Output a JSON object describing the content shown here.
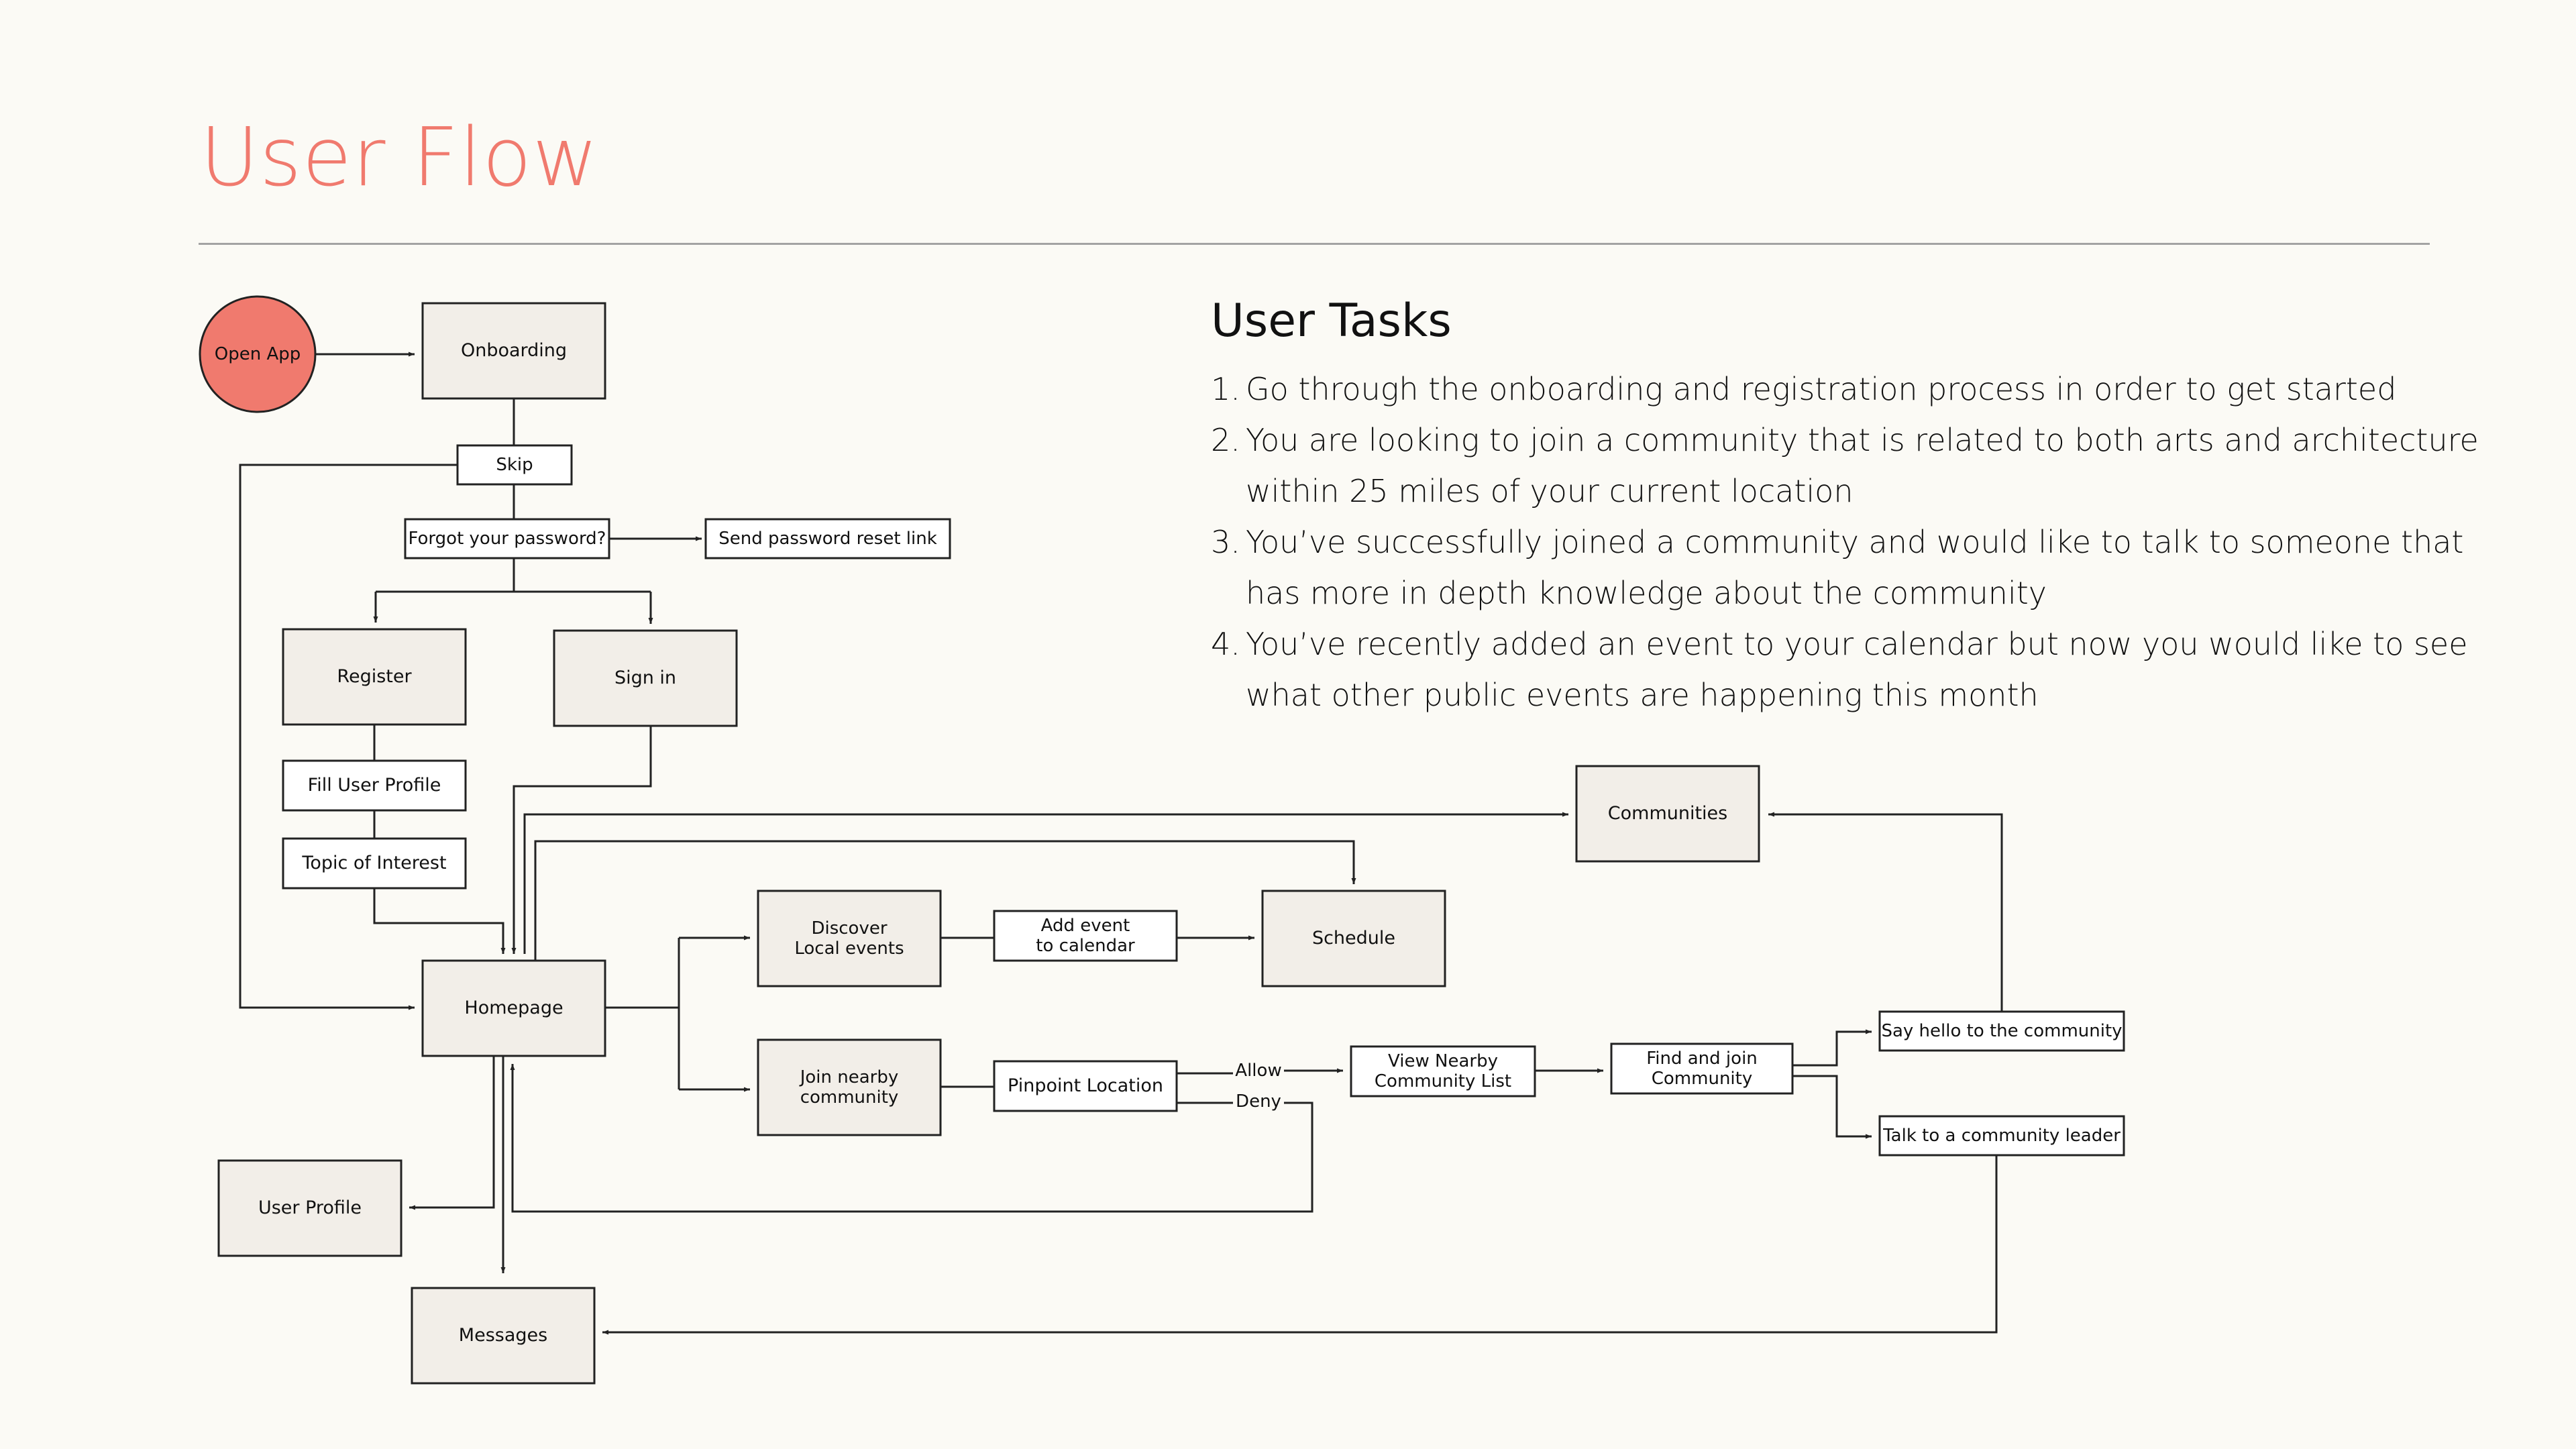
{
  "title": "User Flow",
  "tasks": {
    "heading": "User Tasks",
    "items": [
      {
        "num": "1.",
        "text": "Go through the onboarding and registration process in order to get started"
      },
      {
        "num": "2.",
        "text": "You are looking to join a community that is related to both arts and architecture within 25 miles of your current location"
      },
      {
        "num": "3.",
        "text": "You’ve successfully joined a community and would like to talk to someone that has more in depth knowledge about the community"
      },
      {
        "num": "4.",
        "text": "You’ve recently added an event to your calendar but now you would like to see what other public events are happening this month"
      }
    ]
  },
  "colors": {
    "accent": "#F07A6E",
    "node_fill": "#F2EEE8",
    "label_fill": "#FFFFFF",
    "background": "#FBFAF5",
    "line": "#222222"
  },
  "flow": {
    "nodes": [
      {
        "id": "open-app",
        "lines": [
          "Open App"
        ],
        "kind": "start"
      },
      {
        "id": "onboarding",
        "lines": [
          "Onboarding"
        ],
        "kind": "box"
      },
      {
        "id": "skip",
        "lines": [
          "Skip"
        ],
        "kind": "label"
      },
      {
        "id": "forgot-password",
        "lines": [
          "Forgot your password?"
        ],
        "kind": "label"
      },
      {
        "id": "send-reset-link",
        "lines": [
          "Send password reset link"
        ],
        "kind": "label"
      },
      {
        "id": "register",
        "lines": [
          "Register"
        ],
        "kind": "box"
      },
      {
        "id": "sign-in",
        "lines": [
          "Sign in"
        ],
        "kind": "box"
      },
      {
        "id": "fill-user-profile",
        "lines": [
          "Fill User Profile"
        ],
        "kind": "label"
      },
      {
        "id": "topic-of-interest",
        "lines": [
          "Topic of Interest"
        ],
        "kind": "label"
      },
      {
        "id": "homepage",
        "lines": [
          "Homepage"
        ],
        "kind": "box"
      },
      {
        "id": "communities",
        "lines": [
          "Communities"
        ],
        "kind": "box"
      },
      {
        "id": "discover-local-events",
        "lines": [
          "Discover",
          "Local events"
        ],
        "kind": "box"
      },
      {
        "id": "add-event-to-calendar",
        "lines": [
          "Add event",
          "to calendar"
        ],
        "kind": "label"
      },
      {
        "id": "schedule",
        "lines": [
          "Schedule"
        ],
        "kind": "box"
      },
      {
        "id": "join-nearby-community",
        "lines": [
          "Join nearby",
          "community"
        ],
        "kind": "box"
      },
      {
        "id": "pinpoint-location",
        "lines": [
          "Pinpoint Location"
        ],
        "kind": "label"
      },
      {
        "id": "allow",
        "lines": [
          "Allow"
        ],
        "kind": "text"
      },
      {
        "id": "deny",
        "lines": [
          "Deny"
        ],
        "kind": "text"
      },
      {
        "id": "view-nearby-community-list",
        "lines": [
          "View Nearby",
          "Community List"
        ],
        "kind": "label"
      },
      {
        "id": "find-and-join-community",
        "lines": [
          "Find and join",
          "Community"
        ],
        "kind": "label"
      },
      {
        "id": "say-hello",
        "lines": [
          "Say hello to the community"
        ],
        "kind": "label"
      },
      {
        "id": "talk-to-leader",
        "lines": [
          "Talk to a community leader"
        ],
        "kind": "label"
      },
      {
        "id": "user-profile",
        "lines": [
          "User Profile"
        ],
        "kind": "box"
      },
      {
        "id": "messages",
        "lines": [
          "Messages"
        ],
        "kind": "box"
      }
    ]
  }
}
